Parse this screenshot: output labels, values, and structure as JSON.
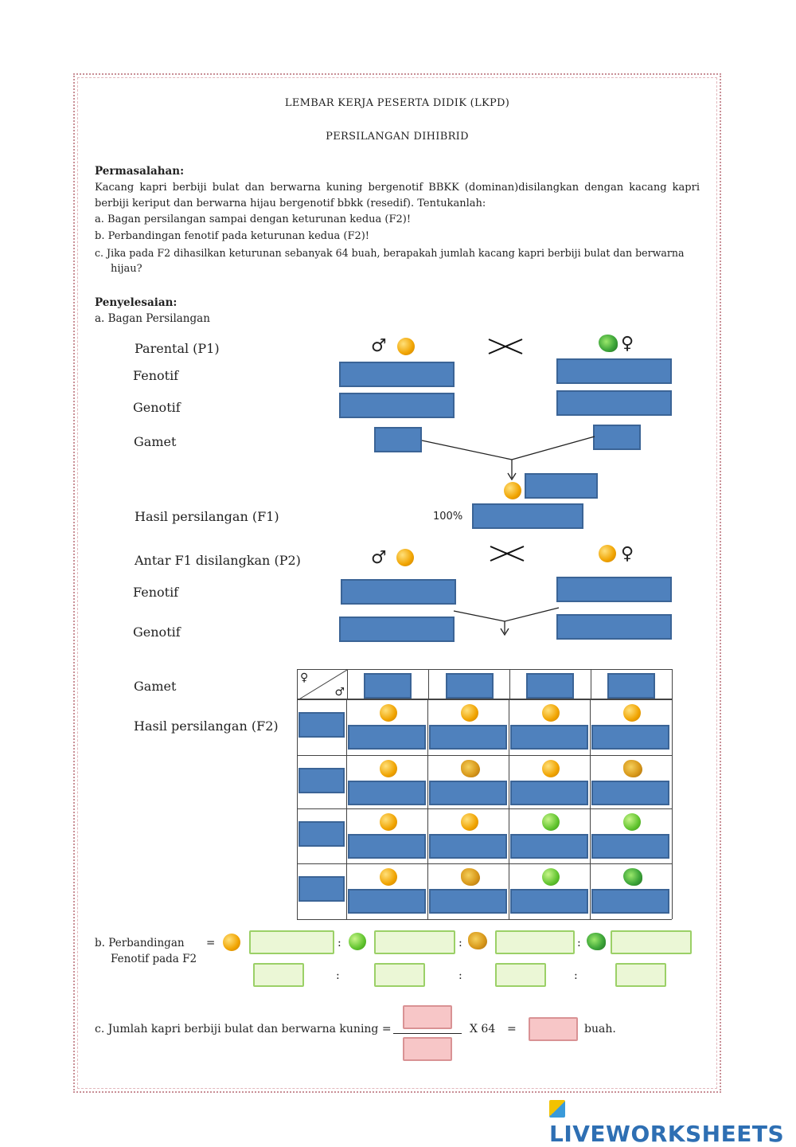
{
  "header": {
    "title": "LEMBAR KERJA PESERTA DIDIK (LKPD)",
    "subtitle": "PERSILANGAN DIHIBRID"
  },
  "problem": {
    "heading": "Permasalahan:",
    "line1": "Kacang kapri berbiji bulat dan berwarna kuning bergenotif BBKK (dominan)disilangkan dengan kacang kapri",
    "line2": "berbiji keriput  dan berwarna hijau bergenotif bbkk (resedif). Tentukanlah:",
    "item_a": "a.  Bagan persilangan sampai dengan keturunan kedua (F2)!",
    "item_b": "b.  Perbandingan fenotif pada keturunan kedua (F2)!",
    "item_c1": "c.  Jika pada F2 dihasilkan keturunan  sebanyak 64 buah, berapakah jumlah kacang kapri berbiji bulat dan berwarna",
    "item_c2": "hijau?"
  },
  "solution": {
    "heading": "Penyelesaian:",
    "part_a": "a.  Bagan Persilangan"
  },
  "labels": {
    "parental": "Parental (P1)",
    "fenotif1": "Fenotif",
    "genotif1": "Genotif",
    "gamet1": "Gamet",
    "f1": "Hasil persilangan (F1)",
    "percent": "100%",
    "p2": "Antar F1 disilangkan (P2)",
    "fenotif2": "Fenotif",
    "genotif2": "Genotif",
    "gamet2": "Gamet",
    "f2": "Hasil persilangan (F2)"
  },
  "symbols": {
    "male": "♂",
    "female": "♀",
    "cross": "✕"
  },
  "punnett": {
    "corner_female": "♀",
    "corner_male": "♂",
    "rows": [
      [
        "round-yellow",
        "round-yellow",
        "round-yellow",
        "round-yellow"
      ],
      [
        "round-yellow",
        "wrinkled-yellow",
        "round-yellow",
        "wrinkled-yellow"
      ],
      [
        "round-yellow",
        "round-yellow",
        "round-green",
        "round-green"
      ],
      [
        "round-yellow",
        "wrinkled-yellow",
        "round-green",
        "wrinkled-green"
      ]
    ]
  },
  "part_b": {
    "label1": "b.  Perbandingan",
    "label2": "Fenotif pada F2",
    "equals": "=",
    "colon": ":"
  },
  "part_c": {
    "text": "c.  Jumlah kapri berbiji bulat dan berwarna kuning =",
    "times": "X 64",
    "equals": "=",
    "unit": "buah."
  },
  "colors": {
    "answer_box": "#4f81bd",
    "ratio_box": "#ebf7d6",
    "calc_box": "#f7c6c7",
    "border": "#c98f96"
  },
  "footer": {
    "brand": "LIVEWORKSHEETS"
  }
}
